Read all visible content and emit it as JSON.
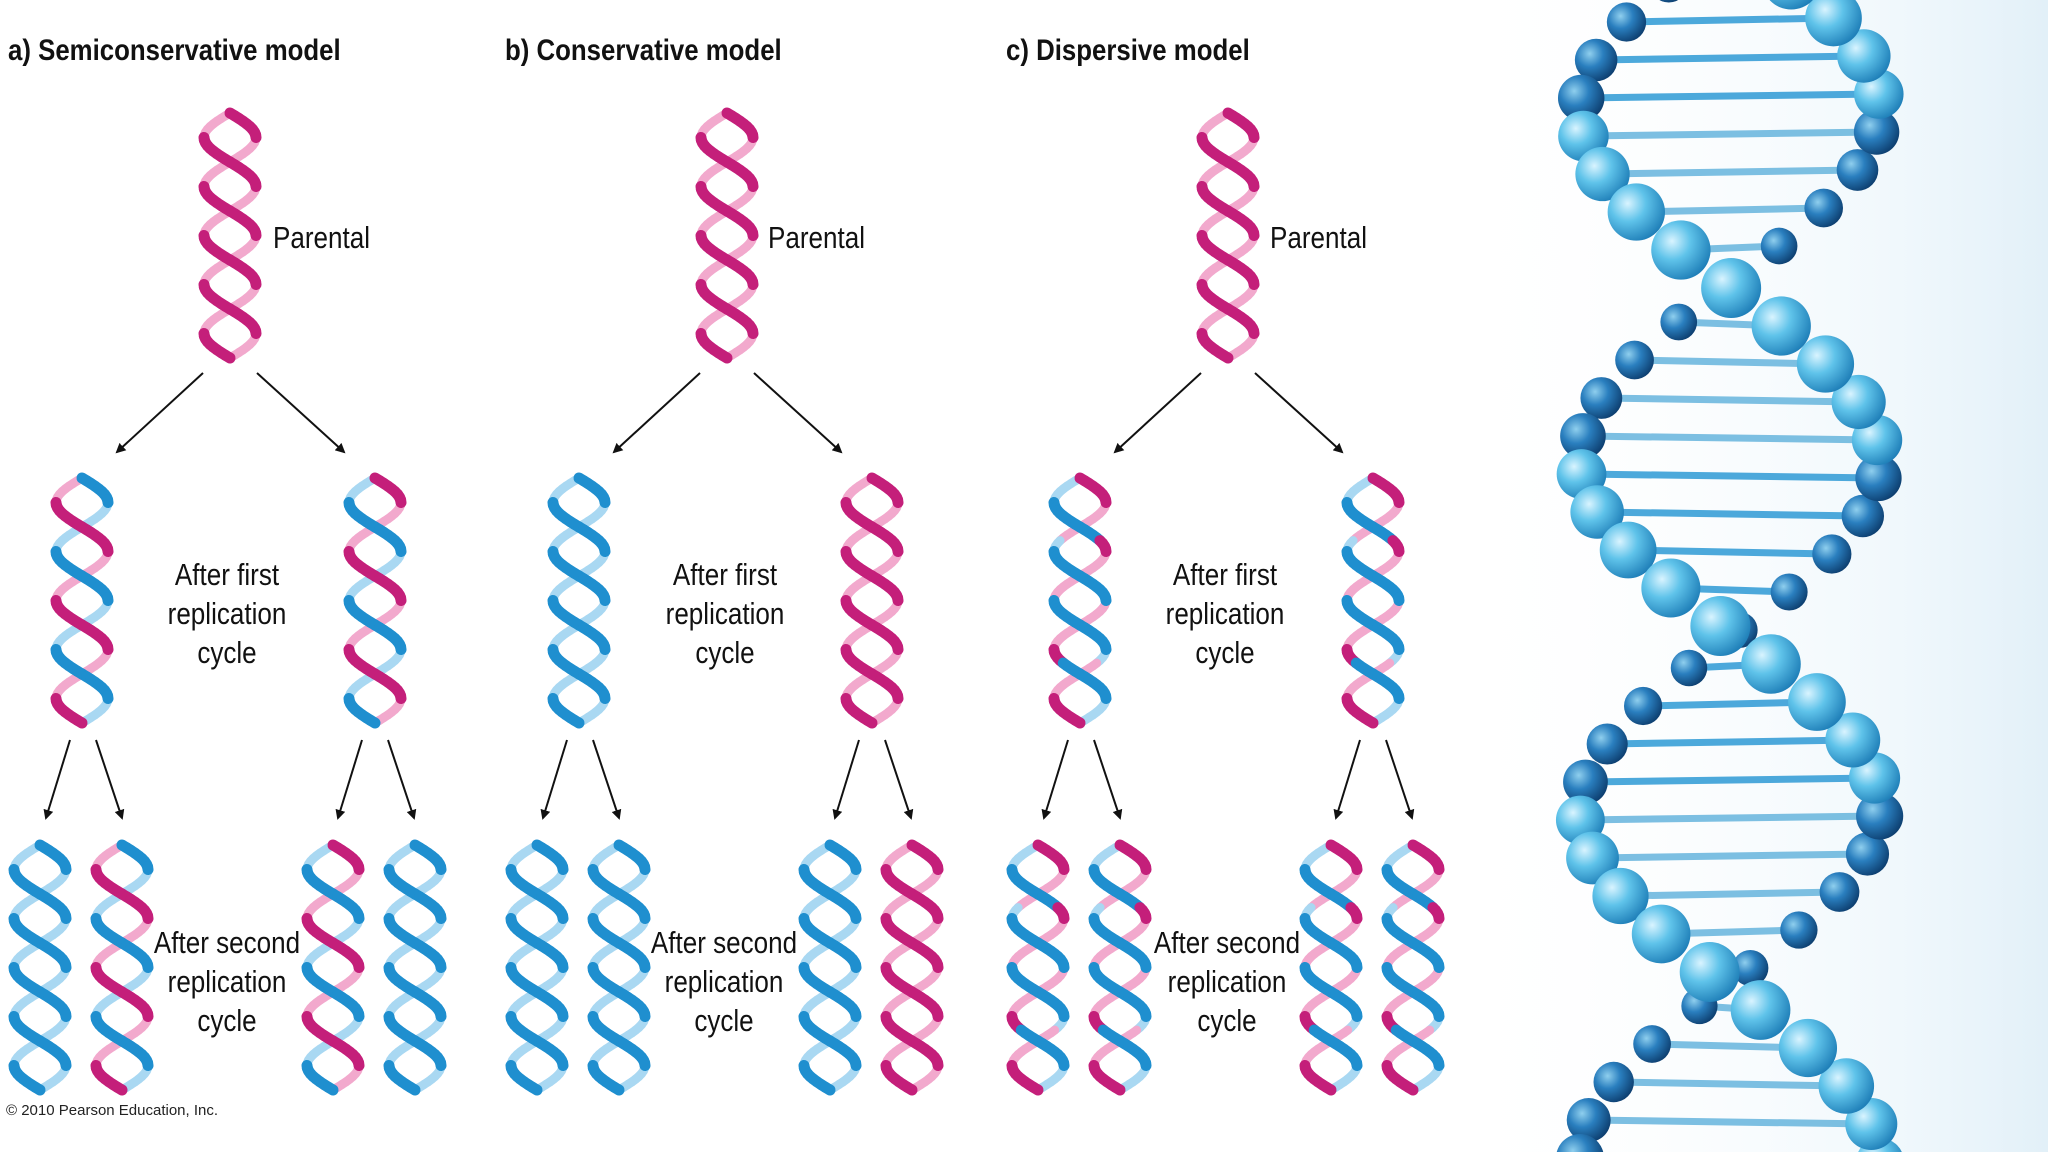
{
  "panels": [
    {
      "title": "a) Semiconservative model",
      "parental_label": "Parental",
      "first_label": [
        "After first",
        "replication",
        "cycle"
      ],
      "second_label": [
        "After second",
        "replication",
        "cycle"
      ]
    },
    {
      "title": "b) Conservative model",
      "parental_label": "Parental",
      "first_label": [
        "After first",
        "replication",
        "cycle"
      ],
      "second_label": [
        "After second",
        "replication",
        "cycle"
      ]
    },
    {
      "title": "c) Dispersive model",
      "parental_label": "Parental",
      "first_label": [
        "After first",
        "replication",
        "cycle"
      ],
      "second_label": [
        "After second",
        "replication",
        "cycle"
      ]
    }
  ],
  "copyright": "© 2010 Pearson Education, Inc.",
  "colors": {
    "parental": "#c41f7a",
    "parental_light": "#f2a9cd",
    "new": "#1f8fcf",
    "new_light": "#a9d8f2",
    "arrow": "#111111",
    "bg_helix_dark": "#1d6fae",
    "bg_helix_light": "#5fc3ea"
  },
  "strand_patterns": {
    "semiconservative": {
      "parental": [
        "P",
        "P"
      ],
      "first": [
        [
          "N",
          "P"
        ],
        [
          "P",
          "N"
        ]
      ],
      "second": [
        [
          "N",
          "N"
        ],
        [
          "N",
          "P"
        ],
        [
          "P",
          "N"
        ],
        [
          "N",
          "N"
        ]
      ]
    },
    "conservative": {
      "parental": [
        "P",
        "P"
      ],
      "first": [
        [
          "N",
          "N"
        ],
        [
          "P",
          "P"
        ]
      ],
      "second": [
        [
          "N",
          "N"
        ],
        [
          "N",
          "N"
        ],
        [
          "N",
          "N"
        ],
        [
          "P",
          "P"
        ]
      ]
    },
    "dispersive": {
      "parental": [
        "P",
        "P"
      ],
      "first": [
        [
          "M",
          "M"
        ],
        [
          "M",
          "M"
        ]
      ],
      "second": [
        [
          "M",
          "M"
        ],
        [
          "M",
          "M"
        ],
        [
          "M",
          "M"
        ],
        [
          "M",
          "M"
        ]
      ]
    }
  }
}
